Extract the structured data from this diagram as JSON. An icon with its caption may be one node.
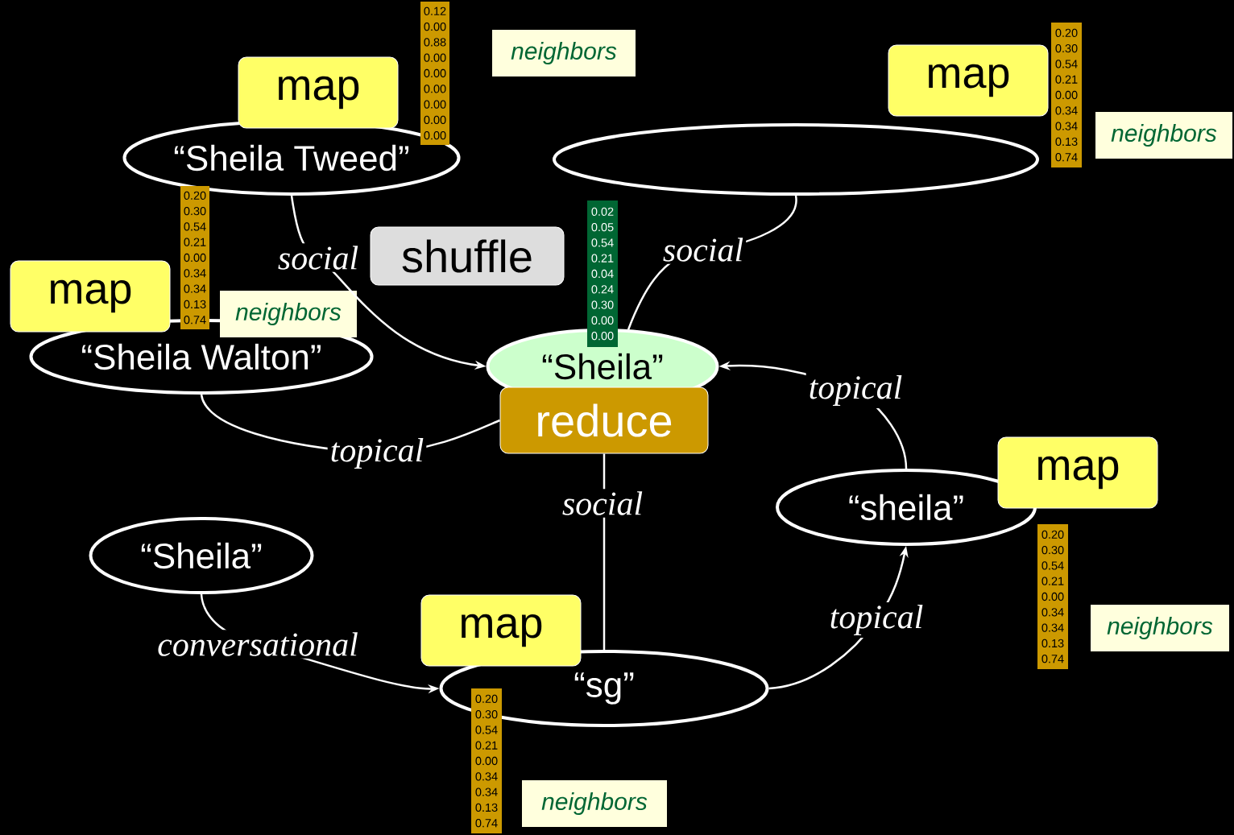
{
  "diagram": {
    "nodes": [
      {
        "text": [
          "map"
        ]
      },
      {
        "text": [
          "0.12",
          "0.00",
          "0.88",
          "0.00",
          "0.00",
          "0.00",
          "0.00",
          "0.00",
          "0.00"
        ]
      },
      {
        "text": [
          "neighbors"
        ]
      },
      {
        "text": [
          "map"
        ]
      },
      {
        "text": [
          "0.20",
          "0.30",
          "0.54",
          "0.21",
          "0.00",
          "0.34",
          "0.34",
          "0.13",
          "0.74"
        ]
      },
      {
        "text": [
          "neighbors"
        ]
      },
      {
        "text": [
          "“Sheila Tweed”"
        ]
      },
      {
        "text": [],
        "shape": "ellipse"
      },
      {
        "text": [
          "0.20",
          "0.30",
          "0.54",
          "0.21",
          "0.00",
          "0.34",
          "0.34",
          "0.13",
          "0.74"
        ]
      },
      {
        "text": [
          "0.02",
          "0.05",
          "0.54",
          "0.21",
          "0.04",
          "0.24",
          "0.30",
          "0.00",
          "0.00"
        ]
      },
      {
        "text": [
          "shuffle"
        ]
      },
      {
        "text": [
          "map"
        ]
      },
      {
        "text": [
          "neighbors"
        ]
      },
      {
        "text": [
          "“Sheila Walton”"
        ]
      },
      {
        "text": [
          "“Sheila”"
        ]
      },
      {
        "text": [
          "reduce"
        ]
      },
      {
        "text": [
          "map"
        ]
      },
      {
        "text": [
          "“sheila”"
        ]
      },
      {
        "text": [
          "0.20",
          "0.30",
          "0.54",
          "0.21",
          "0.00",
          "0.34",
          "0.34",
          "0.13",
          "0.74"
        ]
      },
      {
        "text": [
          "neighbors"
        ]
      },
      {
        "text": [
          "“Sheila”"
        ]
      },
      {
        "text": [
          "map"
        ]
      },
      {
        "text": [
          "“sg”"
        ]
      },
      {
        "text": [
          "0.20",
          "0.30",
          "0.54",
          "0.21",
          "0.00",
          "0.34",
          "0.34",
          "0.13",
          "0.74"
        ]
      },
      {
        "text": [
          "neighbors"
        ]
      }
    ],
    "edges": [
      {
        "from": 6,
        "to": 14,
        "arrow": "to",
        "label": "social"
      },
      {
        "from": 7,
        "to": 14,
        "arrow": "none",
        "label": "social"
      },
      {
        "from": 13,
        "to": 15,
        "arrow": "none",
        "label": "topical"
      },
      {
        "from": 17,
        "to": 14,
        "arrow": "to",
        "label": "topical"
      },
      {
        "from": 22,
        "to": 15,
        "arrow": "none",
        "label": "social"
      },
      {
        "from": 20,
        "to": 22,
        "arrow": "to",
        "label": "conversational"
      },
      {
        "from": 22,
        "to": 17,
        "arrow": "to",
        "label": "topical"
      }
    ]
  }
}
